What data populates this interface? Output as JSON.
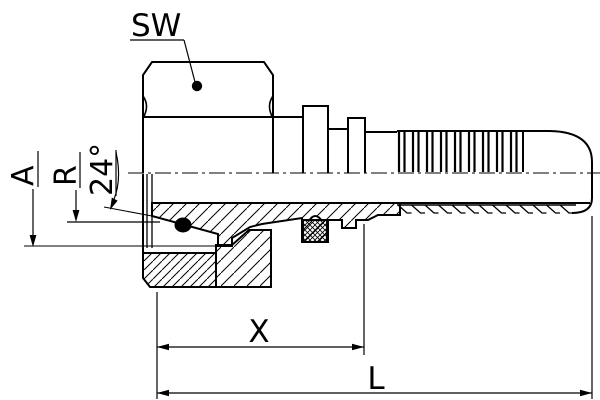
{
  "drawing": {
    "labels": {
      "sw": "SW",
      "a": "A",
      "r": "R",
      "angle": "24°",
      "x": "X",
      "l": "L"
    },
    "colors": {
      "line": "#000000",
      "background": "#ffffff"
    }
  }
}
